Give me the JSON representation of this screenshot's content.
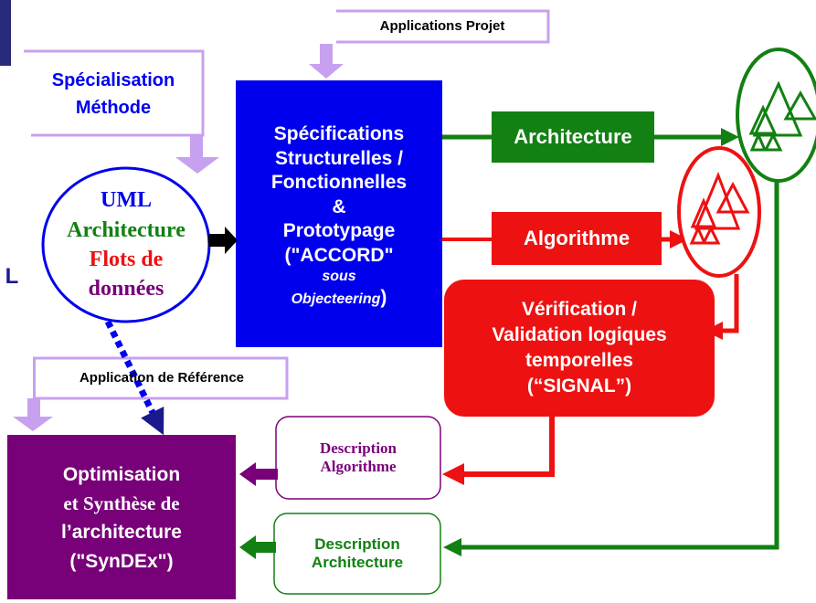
{
  "labels": {
    "applications_projet": "Applications Projet",
    "specialisation_line1": "Spécialisation",
    "specialisation_line2": "Méthode",
    "spec_line1": "Spécifications",
    "spec_line2": "Structurelles /",
    "spec_line3": "Fonctionnelles",
    "spec_line4": "&",
    "spec_line5": "Prototypage",
    "spec_line6": "(\"ACCORD\"",
    "spec_line7": "sous",
    "spec_line8": "Objecteering",
    "spec_line8_paren": ")",
    "uml_line1": "UML",
    "uml_line2": "Architecture",
    "uml_line3": "Flots de",
    "uml_line4": "données",
    "left_letter": "L",
    "architecture": "Architecture",
    "algorithme": "Algorithme",
    "verif_line1": "Vérification /",
    "verif_line2": "Validation logiques",
    "verif_line3": "temporelles",
    "verif_line4": "(“SIGNAL”)",
    "application_reference": "Application de Référence",
    "desc_algo_line1": "Description",
    "desc_algo_line2": "Algorithme",
    "desc_arch_line1": "Description",
    "desc_arch_line2": "Architecture",
    "optim_line1": "Optimisation",
    "optim_line2": "et Synthèse de",
    "optim_line3": "l’architecture",
    "optim_line4": "(\"SynDEx\")"
  },
  "colors": {
    "blue": "#0000ee",
    "navy": "#1a1a8c",
    "green": "#128012",
    "red": "#ee1111",
    "purple": "#780078",
    "lavender": "#c8a0f0",
    "white": "#ffffff",
    "black": "#000000"
  }
}
